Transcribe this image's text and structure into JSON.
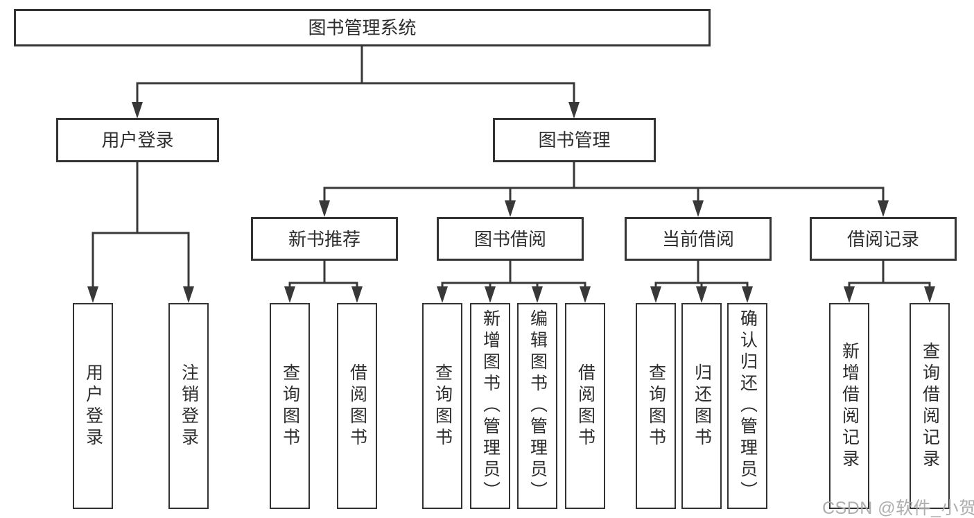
{
  "tree": {
    "label": "图书管理系统",
    "children": [
      {
        "label": "用户登录",
        "children": [
          {
            "label": "用户登录"
          },
          {
            "label": "注销登录"
          }
        ]
      },
      {
        "label": "图书管理",
        "children": [
          {
            "label": "新书推荐",
            "children": [
              {
                "label": "查询图书"
              },
              {
                "label": "借阅图书"
              }
            ]
          },
          {
            "label": "图书借阅",
            "children": [
              {
                "label": "查询图书"
              },
              {
                "label": "新增图书（管理员）"
              },
              {
                "label": "编辑图书（管理员）"
              },
              {
                "label": "借阅图书"
              }
            ]
          },
          {
            "label": "当前借阅",
            "children": [
              {
                "label": "查询图书"
              },
              {
                "label": "归还图书"
              },
              {
                "label": "确认归还（管理员）"
              }
            ]
          },
          {
            "label": "借阅记录",
            "children": [
              {
                "label": "新增借阅记录"
              },
              {
                "label": "查询借阅记录"
              }
            ]
          }
        ]
      }
    ]
  },
  "watermark": {
    "text": "CSDN @软件_小贺同学"
  },
  "colors": {
    "line": "#383838",
    "box_border": "#333333",
    "text": "#2d2d2d",
    "background": "#ffffff",
    "watermark": "#aaaaaa"
  }
}
